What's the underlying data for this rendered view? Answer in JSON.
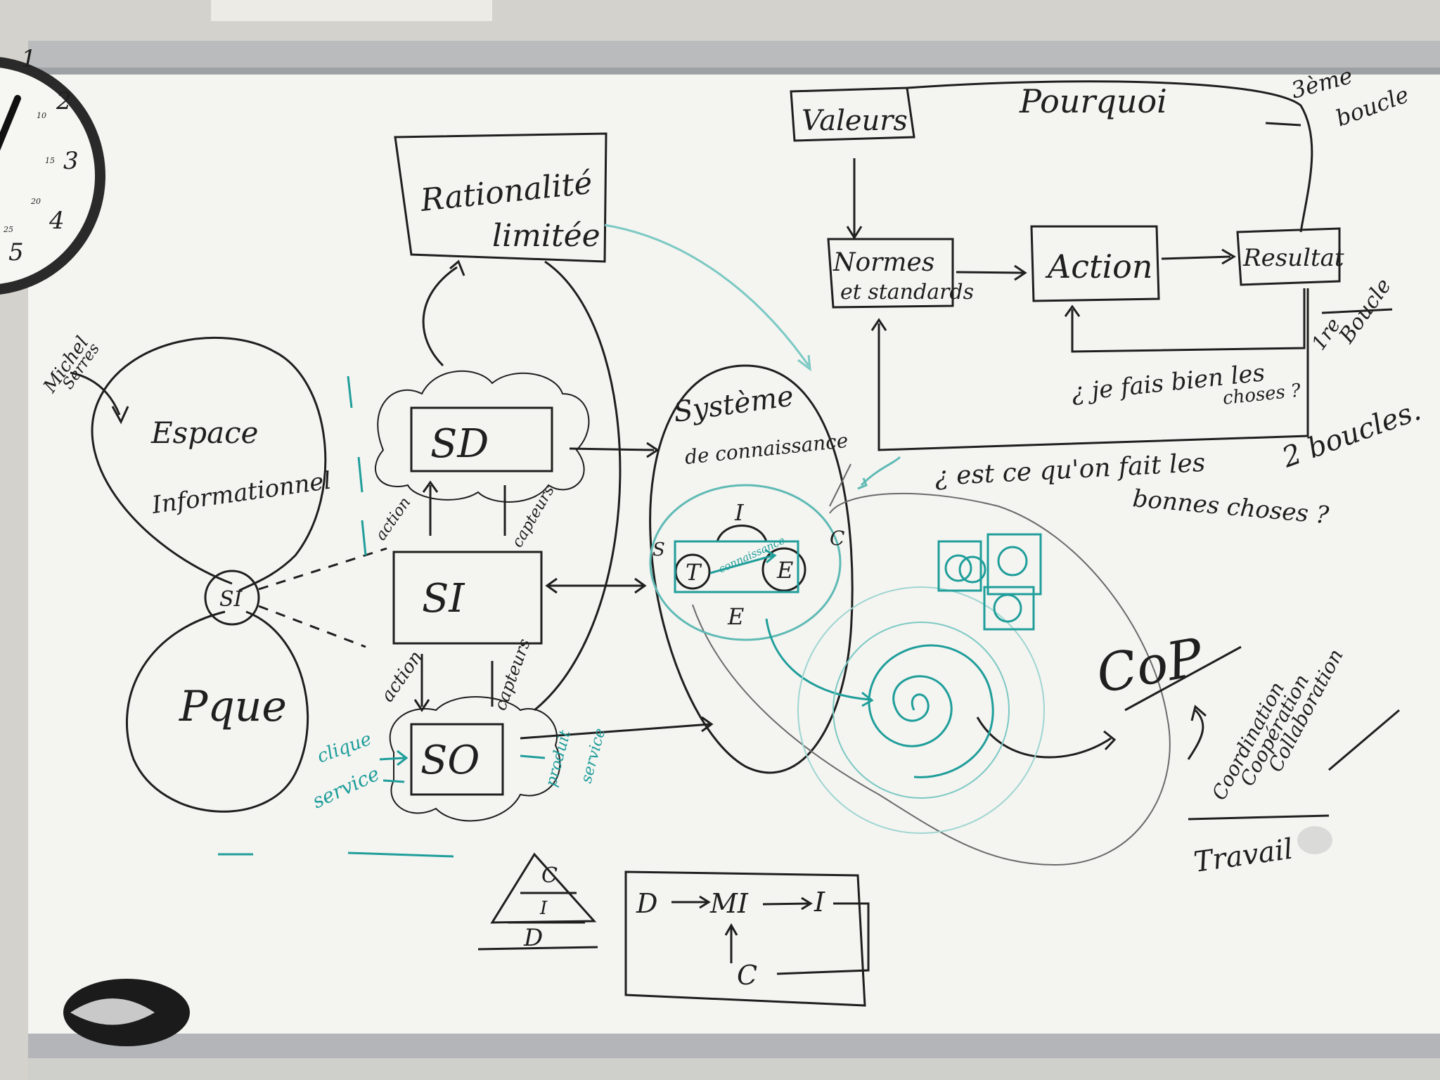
{
  "scene": {
    "description_type": "whiteboard-photo",
    "colors": {
      "board": "#f4f4f1",
      "ink": "#1f1f1f",
      "teal": "#1f9e9a",
      "frame": "#b9bbbd"
    }
  },
  "clock": {
    "numbers": [
      "1",
      "2",
      "3",
      "4",
      "5"
    ],
    "small": [
      "10",
      "15",
      "20",
      "25"
    ]
  },
  "left": {
    "author": [
      "Michel",
      "Serres"
    ],
    "upper_loop": [
      "Espace",
      "Informationnel"
    ],
    "node": "SI",
    "lower_loop": "Pque"
  },
  "stack": {
    "top_box": [
      "Rationalité",
      "limitée"
    ],
    "sd": "SD",
    "si": "SI",
    "so": "SO",
    "labels": {
      "action1": "action",
      "capteurs1": "capteurs",
      "action2": "action",
      "capteurs2": "capteurs"
    },
    "teal_left": [
      "clique",
      "service"
    ],
    "teal_right": [
      "produit",
      "service"
    ]
  },
  "center": {
    "title": [
      "Système",
      "de connaissance"
    ],
    "letters": {
      "I": "I",
      "T": "T",
      "E_right": "E",
      "E_bottom": "E",
      "S": "S",
      "C": "C"
    },
    "arrow_label": "connaissance"
  },
  "top_right": {
    "valeurs": "Valeurs",
    "pourquoi": "Pourquoi",
    "normes": [
      "Normes",
      "et standards"
    ],
    "action": "Action",
    "resultat": "Resultat",
    "question1": [
      "¿ je fais bien les",
      "choses ?"
    ],
    "question2": [
      "¿ est ce qu'on fait les",
      "bonnes choses ?"
    ],
    "boucle1": [
      "1re",
      "Boucle"
    ],
    "boucle2": "2 boucles.",
    "boucle3": [
      "3ème",
      "boucle"
    ]
  },
  "right": {
    "cop": "CoP",
    "diagonal": [
      "Coordination",
      "Coopération",
      "Collaboration"
    ],
    "travail": "Travail"
  },
  "bottom": {
    "pyramid": [
      "C",
      "I",
      "D"
    ],
    "flow": {
      "d": "D",
      "mi": "MI",
      "i": "I",
      "c": "C"
    }
  }
}
